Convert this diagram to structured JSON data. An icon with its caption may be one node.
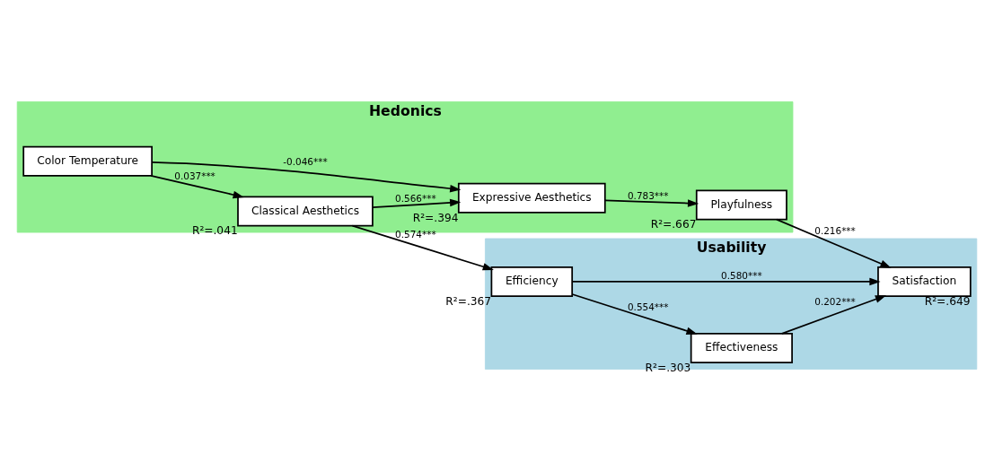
{
  "diagram": {
    "nodes": [
      {
        "text": [
          "Hedonics"
        ]
      },
      {
        "text": [
          "Color Temperature"
        ],
        "in": 0
      },
      {
        "text": [
          "Classical Aesthetics"
        ],
        "in": 0,
        "beside": [
          "R²=.041"
        ]
      },
      {
        "text": [
          "Expressive Aesthetics"
        ],
        "in": 0,
        "beside": [
          "R²=.394"
        ]
      },
      {
        "text": [
          "Playfulness"
        ],
        "in": 0,
        "beside": [
          "R²=.667"
        ]
      },
      {
        "text": [
          "Usability"
        ]
      },
      {
        "text": [
          "Efficiency"
        ],
        "in": 5,
        "beside": [
          "R²=.367"
        ]
      },
      {
        "text": [
          "Effectiveness"
        ],
        "in": 5,
        "beside": [
          "R²=.303"
        ]
      },
      {
        "text": [
          "Satisfaction"
        ],
        "in": 5,
        "beside": [
          "R²=.649"
        ]
      }
    ],
    "edges": [
      {
        "from": 1,
        "to": 2,
        "arrow": "to",
        "label": "0.037***"
      },
      {
        "from": 1,
        "to": 3,
        "arrow": "to",
        "label": "-0.046***"
      },
      {
        "from": 2,
        "to": 3,
        "arrow": "to",
        "label": "0.566***"
      },
      {
        "from": 2,
        "to": 6,
        "arrow": "to",
        "label": "0.574***"
      },
      {
        "from": 3,
        "to": 4,
        "arrow": "to",
        "label": "0.783***"
      },
      {
        "from": 6,
        "to": 7,
        "arrow": "to",
        "label": "0.554***"
      },
      {
        "from": 6,
        "to": 8,
        "arrow": "to",
        "label": "0.580***"
      },
      {
        "from": 7,
        "to": 8,
        "arrow": "to",
        "label": "0.202***"
      },
      {
        "from": 4,
        "to": 8,
        "arrow": "to",
        "label": "0.216***"
      }
    ]
  }
}
